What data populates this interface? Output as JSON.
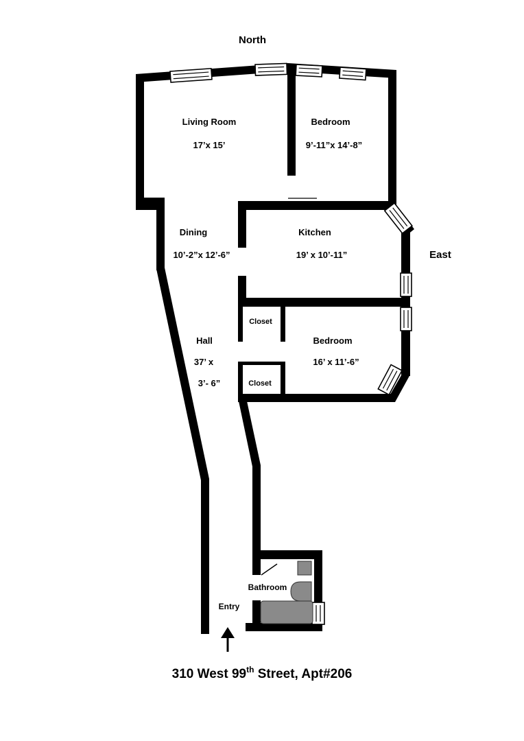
{
  "compass": {
    "north": "North",
    "east": "East"
  },
  "rooms": {
    "living_room": {
      "name": "Living Room",
      "dims": "17’x 15’"
    },
    "bedroom_north": {
      "name": "Bedroom",
      "dims": "9’-11”x 14’-8”"
    },
    "dining": {
      "name": "Dining",
      "dims": "10’-2”x 12’-6”"
    },
    "kitchen": {
      "name": "Kitchen",
      "dims": "19’ x 10’-11”"
    },
    "closet_upper": {
      "name": "Closet"
    },
    "closet_lower": {
      "name": "Closet"
    },
    "hall": {
      "name": "Hall",
      "dims_line1": "37’ x",
      "dims_line2": "3’- 6”"
    },
    "bedroom_east": {
      "name": "Bedroom",
      "dims": "16’ x 11’-6”"
    },
    "bathroom": {
      "name": "Bathroom"
    },
    "entry": {
      "name": "Entry"
    }
  },
  "address": {
    "main": "310 West 99",
    "sup": "th",
    "rest": " Street, Apt#206"
  },
  "colors": {
    "wall": "#000000",
    "fixture": "#8a8a8a",
    "background": "#ffffff"
  }
}
